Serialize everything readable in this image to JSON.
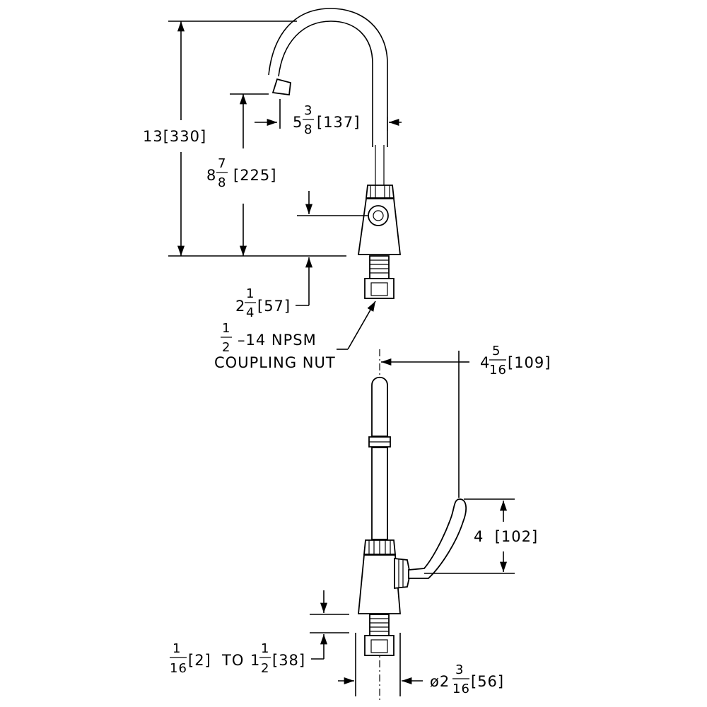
{
  "dimensions": {
    "overall_height": {
      "whole": "13",
      "metric": "[330]"
    },
    "spout_height": {
      "whole": "8",
      "num": "7",
      "den": "8",
      "metric": "[225]"
    },
    "spout_reach": {
      "whole": "5",
      "num": "3",
      "den": "8",
      "metric": "[137]"
    },
    "shank_length": {
      "whole": "2",
      "num": "1",
      "den": "4",
      "metric": "[57]"
    },
    "handle_reach": {
      "whole": "4",
      "num": "5",
      "den": "16",
      "metric": "[109]"
    },
    "handle_height": {
      "text": "4  [102]"
    },
    "deck_range": {
      "a_num": "1",
      "a_den": "16",
      "a_metric": "[2]",
      "to": "TO",
      "b_whole": "1",
      "b_num": "1",
      "b_den": "2",
      "b_metric": "[38]"
    },
    "base_diameter": {
      "prefix": "ø2",
      "num": "3",
      "den": "16",
      "metric": "[56]"
    }
  },
  "callout": {
    "thread_num": "1",
    "thread_den": "2",
    "thread_text": "–14 NPSM",
    "label": "COUPLING NUT"
  }
}
